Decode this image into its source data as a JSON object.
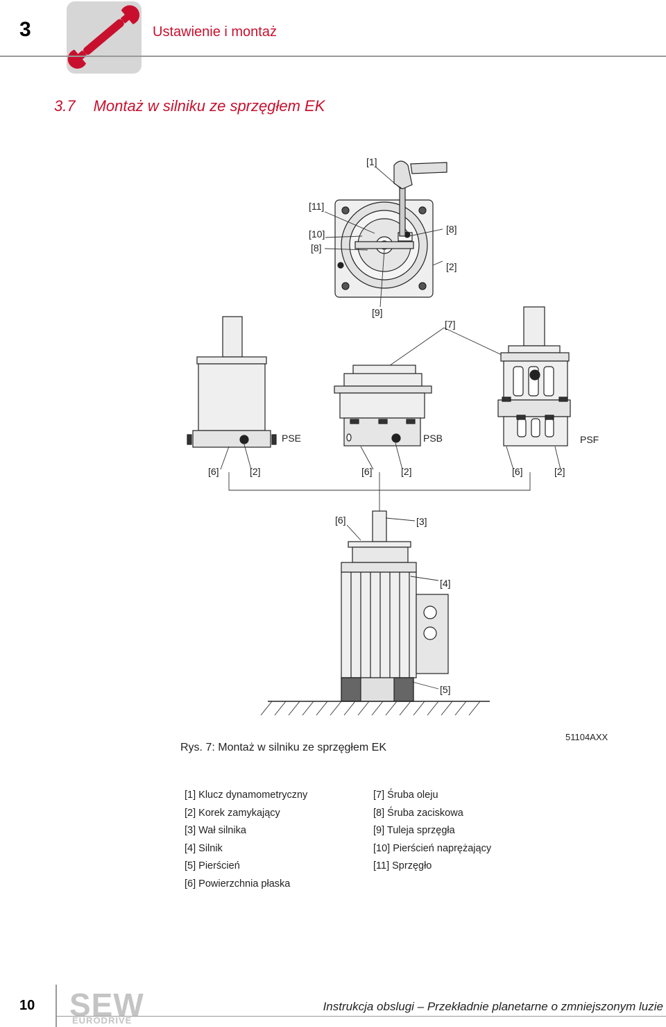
{
  "header": {
    "chapter_number": "3",
    "chapter_title": "Ustawienie i montaż"
  },
  "section": {
    "number": "3.7",
    "title": "Montaż w silniku ze sprzęgłem EK"
  },
  "figure": {
    "labels": {
      "l1": "[1]",
      "l11": "[11]",
      "l10": "[10]",
      "l8a": "[8]",
      "l8b": "[8]",
      "l2a": "[2]",
      "l9": "[9]",
      "l7": "[7]",
      "pse": "PSE",
      "psb": "PSB",
      "psf": "PSF",
      "p6a": "[6]",
      "p2a": "[2]",
      "p6b": "[6]",
      "p2b": "[2]",
      "p6c": "[6]",
      "p2c": "[2]",
      "m6": "[6]",
      "m3": "[3]",
      "m4": "[4]",
      "m5": "[5]"
    },
    "caption": "Rys. 7: Montaż w silniku ze sprzęgłem EK",
    "code": "51104AXX"
  },
  "legend": {
    "col1": [
      "[1] Klucz dynamometryczny",
      "[2] Korek zamykający",
      "[3] Wał silnika",
      "[4] Silnik",
      "[5] Pierścień",
      "[6] Powierzchnia płaska"
    ],
    "col2": [
      "[7] Śruba oleju",
      "[8] Śruba zaciskowa",
      "[9] Tuleja sprzęgła",
      "[10] Pierścień napręż­ający",
      "[11] Sprzęgło"
    ]
  },
  "footer": {
    "page_number": "10",
    "logo_text": "SEW",
    "logo_subtext": "EURODRIVE",
    "document_title": "Instrukcja obslugi – Przekładnie planetarne o zmniejszonym luzie"
  },
  "colors": {
    "accent": "#c8102e",
    "tile": "#d6d6d6",
    "drawing_fill": "#e8e8e8",
    "drawing_dark": "#555555"
  }
}
